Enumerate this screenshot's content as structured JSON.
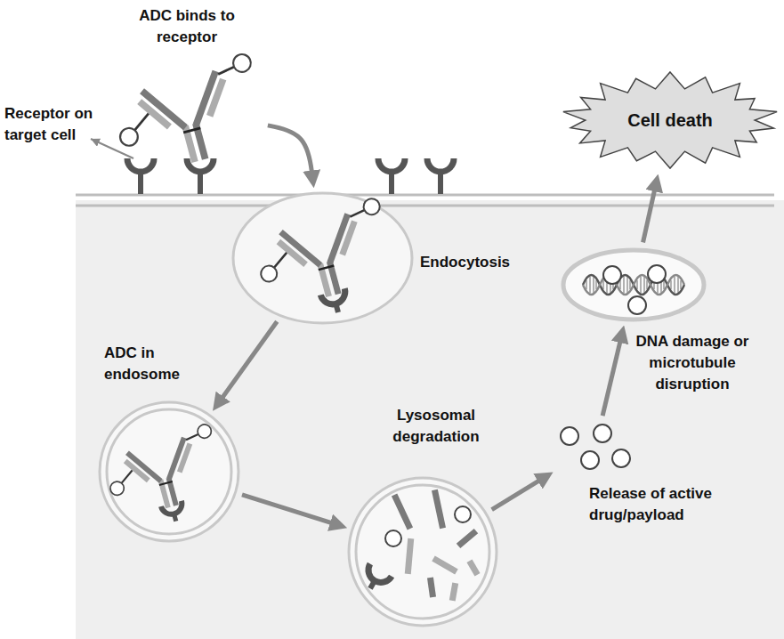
{
  "diagram": {
    "nodes": [
      {
        "text": [
          "ADC binds to receptor"
        ]
      },
      {
        "text": [
          "Endocytosis"
        ]
      },
      {
        "text": [
          "ADC in endosome"
        ]
      },
      {
        "text": [
          "Lysosomal degradation"
        ]
      },
      {
        "text": [
          "Release of active drug/payload"
        ]
      },
      {
        "text": [
          "DNA damage or microtubule disruption"
        ]
      },
      {
        "text": [
          "Cell death"
        ]
      }
    ],
    "edges": [
      {
        "from": 0,
        "to": 1,
        "arrow": "to"
      },
      {
        "from": 1,
        "to": 2,
        "arrow": "to"
      },
      {
        "from": 2,
        "to": 3,
        "arrow": "to"
      },
      {
        "from": 3,
        "to": 4,
        "arrow": "to"
      },
      {
        "from": 4,
        "to": 5,
        "arrow": "to"
      },
      {
        "from": 5,
        "to": 6,
        "arrow": "to"
      }
    ],
    "labels": [
      "Receptor on target cell"
    ]
  }
}
